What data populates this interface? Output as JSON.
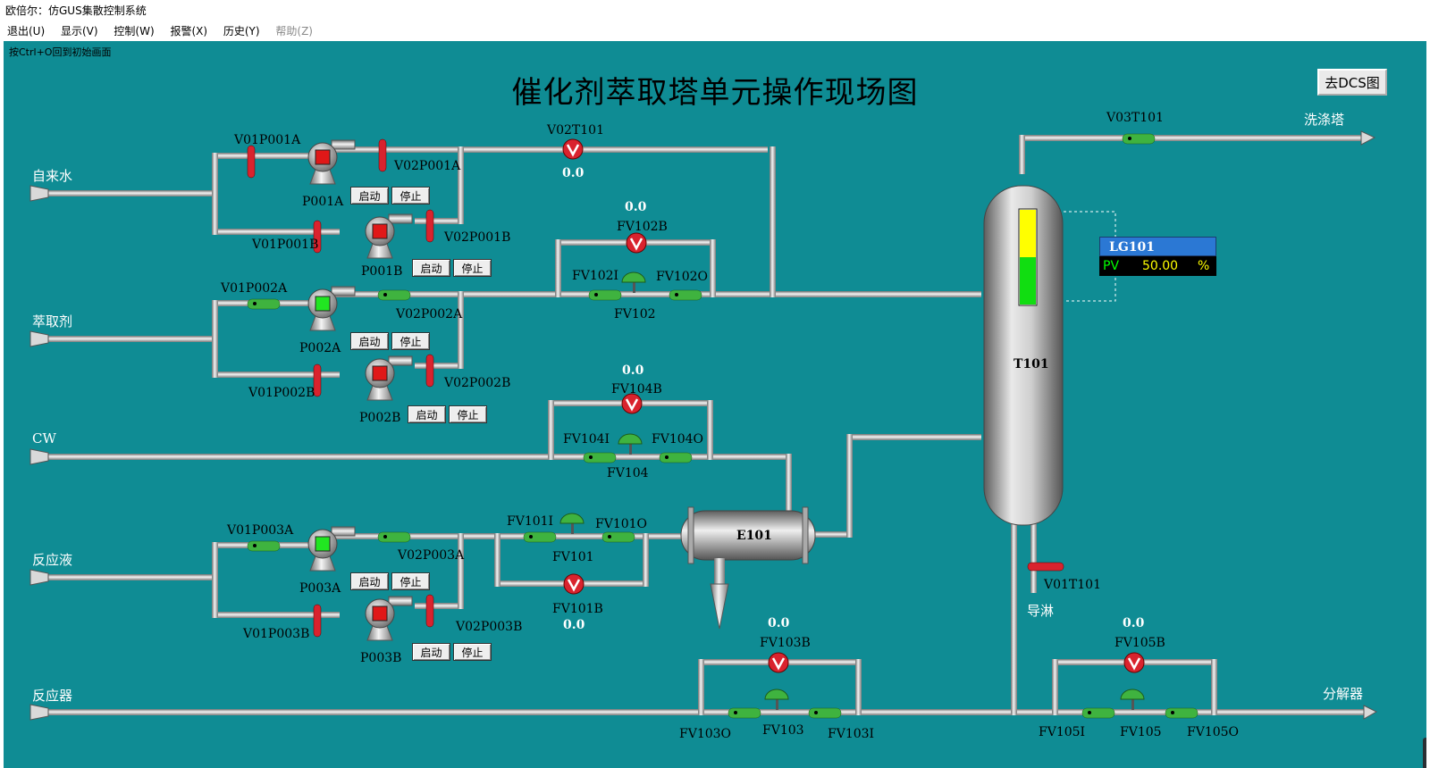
{
  "window": {
    "title": "欧倍尔：仿GUS集散控制系统"
  },
  "menu": [
    {
      "label": "退出(U)",
      "disabled": false
    },
    {
      "label": "显示(V)",
      "disabled": false
    },
    {
      "label": "控制(W)",
      "disabled": false
    },
    {
      "label": "报警(X)",
      "disabled": false
    },
    {
      "label": "历史(Y)",
      "disabled": false
    },
    {
      "label": "帮助(Z)",
      "disabled": true
    }
  ],
  "hint": "按Ctrl+O回到初始画面",
  "page_title": "催化剂萃取塔单元操作现场图",
  "dcs_button": "去DCS图",
  "streams": {
    "in_water": "自来水",
    "in_extractant": "萃取剂",
    "in_cw": "CW",
    "in_reaction_liquid": "反应液",
    "in_reactor": "反应器",
    "out_wash": "洗涤塔",
    "out_decomposer": "分解器",
    "out_drain": "导淋"
  },
  "buttons": {
    "start": "启动",
    "stop": "停止"
  },
  "equipment": {
    "tower": "T101",
    "exchanger": "E101"
  },
  "pumps": [
    "P001A",
    "P001B",
    "P002A",
    "P002B",
    "P003A",
    "P003B"
  ],
  "valve_labels": {
    "V01P001A": "V01P001A",
    "V02P001A": "V02P001A",
    "V01P001B": "V01P001B",
    "V02P001B": "V02P001B",
    "V01P002A": "V01P002A",
    "V02P002A": "V02P002A",
    "V01P002B": "V01P002B",
    "V02P002B": "V02P002B",
    "V01P003A": "V01P003A",
    "V02P003A": "V02P003A",
    "V01P003B": "V01P003B",
    "V02P003B": "V02P003B",
    "V02T101": "V02T101",
    "V03T101": "V03T101",
    "V01T101": "V01T101",
    "FV102": "FV102",
    "FV102B": "FV102B",
    "FV102I": "FV102I",
    "FV102O": "FV102O",
    "FV104": "FV104",
    "FV104B": "FV104B",
    "FV104I": "FV104I",
    "FV104O": "FV104O",
    "FV101": "FV101",
    "FV101B": "FV101B",
    "FV101I": "FV101I",
    "FV101O": "FV101O",
    "FV103": "FV103",
    "FV103B": "FV103B",
    "FV103I": "FV103I",
    "FV103O": "FV103O",
    "FV105": "FV105",
    "FV105B": "FV105B",
    "FV105I": "FV105I",
    "FV105O": "FV105O"
  },
  "readings": {
    "V02T101": "0.0",
    "FV102B": "0.0",
    "FV104B": "0.0",
    "FV101B": "0.0",
    "FV103B": "0.0",
    "FV105B": "0.0"
  },
  "lg101": {
    "tag": "LG101",
    "pv_label": "PV",
    "value": "50.00",
    "unit": "%",
    "level_fraction": 0.5
  },
  "colors": {
    "background": "#0f8c94",
    "valve_closed": "#d9232e",
    "valve_open": "#3fb33f",
    "pump_running": "#21e621",
    "pump_stopped": "#e01818",
    "level_fill": "#11dd11",
    "level_empty": "#ffff00"
  }
}
